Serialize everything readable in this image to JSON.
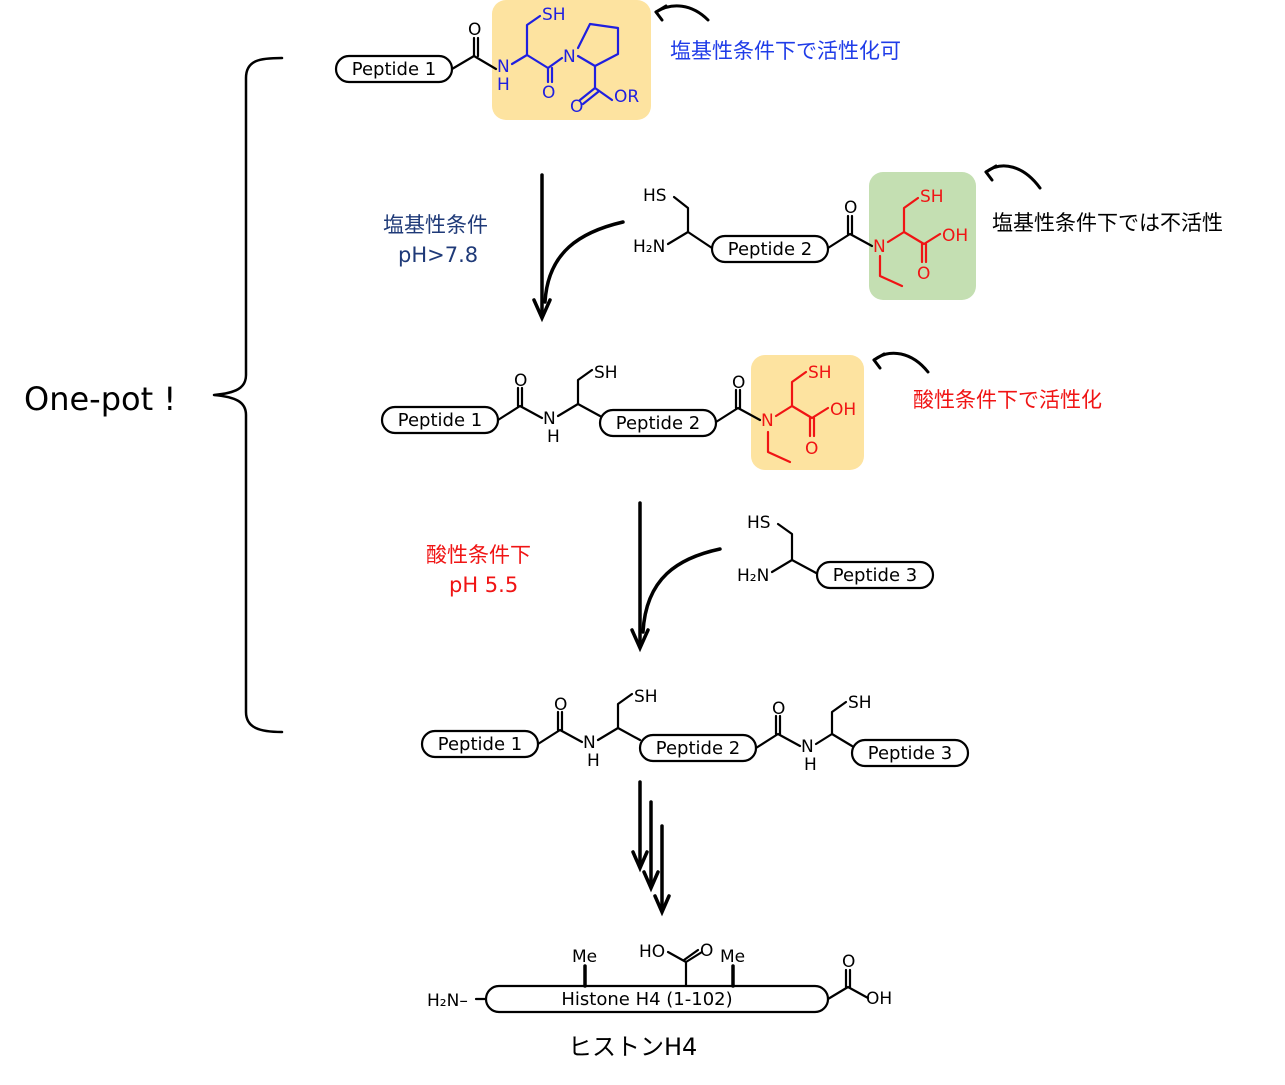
{
  "colors": {
    "blue_text": "#1f3ce8",
    "navy_text": "#1f3a78",
    "red_text": "#f01414",
    "blue_structure": "#1f1fe0",
    "red_structure": "#f01414",
    "highlight_yellow": "#fde3a0",
    "highlight_green": "#c4dfb2"
  },
  "labels": {
    "one_pot": "One-pot !",
    "note_top": "塩基性条件下で活性化可",
    "note_green": "塩基性条件下では不活性",
    "note_red": "酸性条件下で活性化",
    "cond1_line1": "塩基性条件",
    "cond1_line2": "pH>7.8",
    "cond2_line1": "酸性条件下",
    "cond2_line2": "pH 5.5",
    "final_caption": "ヒストンH4"
  },
  "peptides": {
    "p1": "Peptide 1",
    "p2": "Peptide 2",
    "p3": "Peptide 3",
    "histone": "Histone H4 (1-102)"
  },
  "atoms": {
    "sh": "SH",
    "hs": "HS",
    "n": "N",
    "h": "H",
    "o": "O",
    "or": "OR",
    "oh": "OH",
    "ho": "HO",
    "me": "Me",
    "h2n": "H₂N",
    "h2n_dash": "H₂N–"
  }
}
